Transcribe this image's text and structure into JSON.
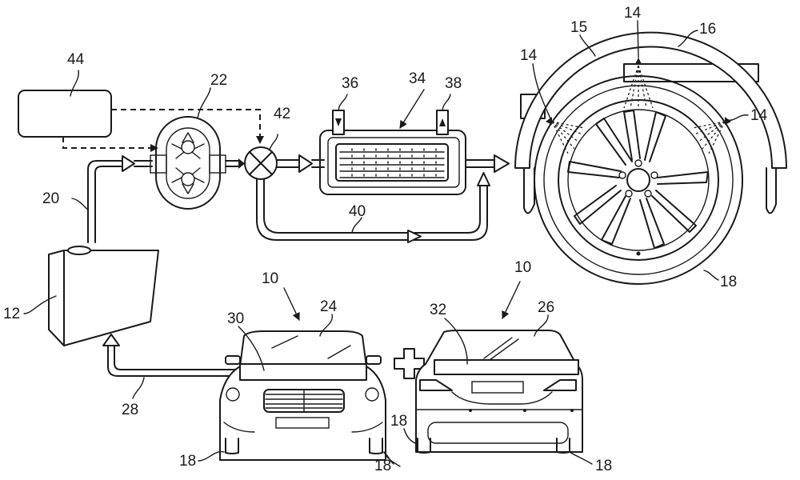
{
  "figure": {
    "description": "Patent drawing: vehicle tire/window cleaning fluid system",
    "line_color": "#1a1a1a",
    "background": "#ffffff"
  },
  "labels": {
    "controller": "44",
    "pump": "22",
    "valve": "42",
    "heat_exchanger": "34",
    "heat_inlet": "36",
    "heat_outlet": "38",
    "bypass_line": "40",
    "supply_line": "20",
    "reservoir": "12",
    "return_line": "28",
    "vehicle_front": "10",
    "vehicle_rear": "10",
    "windshield": "24",
    "rear_window": "26",
    "front_wiper_area": "30",
    "rear_wiper_area": "32",
    "nozzle_top": "14",
    "nozzle_left": "14",
    "nozzle_right": "14",
    "wheel_arch": "15",
    "fender": "16",
    "tire_big": "18",
    "tire_front_left": "18",
    "tire_front_right": "18",
    "tire_rear_left": "18",
    "tire_rear_right": "18"
  },
  "symbols": {
    "plus": "+"
  }
}
